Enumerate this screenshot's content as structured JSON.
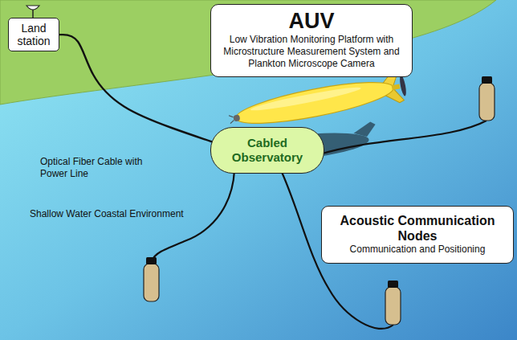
{
  "diagram": {
    "nodes": [
      {
        "text": [
          "Land station"
        ]
      },
      {
        "text": [
          "AUV",
          "Low Vibration Monitoring Platform with Microstructure Measurement System and Plankton Microscope Camera"
        ]
      },
      {
        "text": [
          "Cabled Observatory"
        ]
      },
      {
        "text": [
          "Acoustic Communication Nodes",
          "Communication and Positioning"
        ]
      }
    ],
    "edges": [
      {
        "from": 0,
        "to": 2,
        "arrow": "none"
      }
    ],
    "labels": [
      "Optical Fiber Cable with Power Line",
      "Shallow Water Coastal Environment"
    ]
  }
}
